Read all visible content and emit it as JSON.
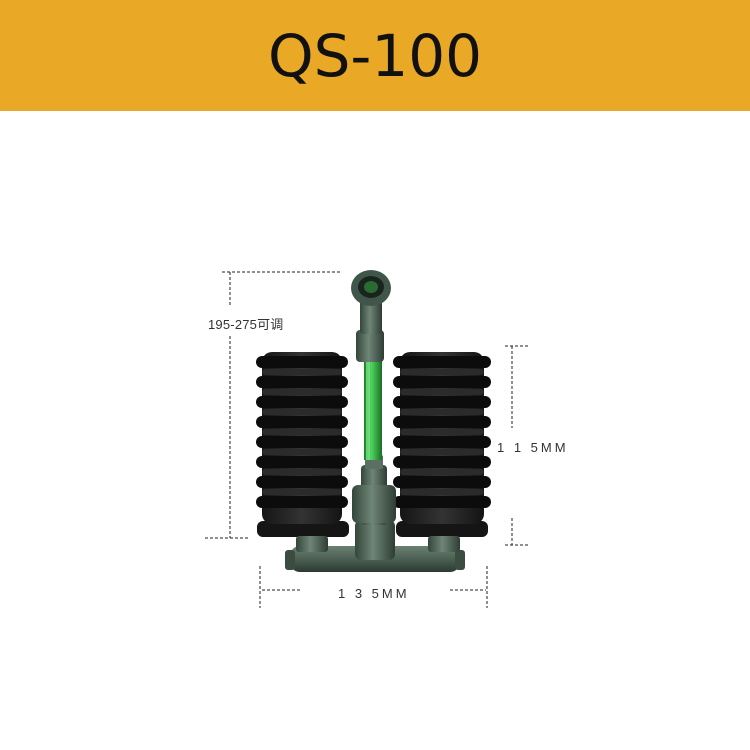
{
  "header": {
    "title": "QS-100",
    "background_color": "#e9a825"
  },
  "dimensions": {
    "height_label": "195-275可调",
    "sponge_height_label": "1 1 5MM",
    "width_label": "1 3 5MM"
  },
  "product": {
    "description_icon": "double-sponge-filter-image",
    "sponge_color": "#1e1e1e",
    "pipe_color": "#4a5f52",
    "tube_color": "#2fae3d"
  }
}
